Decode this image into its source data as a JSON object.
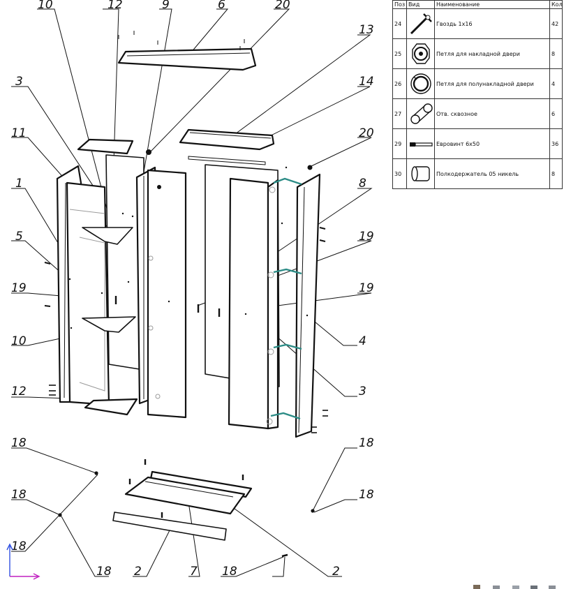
{
  "table": {
    "headers": {
      "pos": "Поз",
      "view": "Вид",
      "name": "Наименование",
      "qty": "Кол."
    },
    "rows": [
      {
        "pos": "24",
        "name": "Гвоздь 1х16",
        "qty": "42",
        "icon": "nail-icon"
      },
      {
        "pos": "25",
        "name": "Петля для накладной двери",
        "qty": "8",
        "icon": "overlay-hinge-icon"
      },
      {
        "pos": "26",
        "name": "Петля для полунакладной двери",
        "qty": "4",
        "icon": "half-overlay-hinge-icon"
      },
      {
        "pos": "27",
        "name": "Отв. сквозное",
        "qty": "6",
        "icon": "through-hole-icon"
      },
      {
        "pos": "29",
        "name": "Евровинт 6х50",
        "qty": "36",
        "icon": "euroscrew-icon"
      },
      {
        "pos": "30",
        "name": "Полкодержатель 05 никель",
        "qty": "8",
        "icon": "shelf-support-icon"
      }
    ]
  },
  "callouts": {
    "c10a": "10",
    "c12a": "12",
    "c9": "9",
    "c6": "6",
    "c20a": "20",
    "c13": "13",
    "c14": "14",
    "c20b": "20",
    "c3a": "3",
    "c11": "11",
    "c1": "1",
    "c8": "8",
    "c5": "5",
    "c19a": "19",
    "c19b": "19",
    "c19c": "19",
    "c10b": "10",
    "c4": "4",
    "c12b": "12",
    "c3b": "3",
    "c18a": "18",
    "c18b": "18",
    "c18c": "18",
    "c18d": "18",
    "c18e": "18",
    "c18f": "18",
    "c18g": "18",
    "c2a": "2",
    "c7": "7",
    "c2b": "2"
  },
  "colors": {
    "ink": "#111111",
    "hinge": "#2c8c86",
    "axis_x": "#c020c0",
    "axis_y": "#3050e0"
  }
}
